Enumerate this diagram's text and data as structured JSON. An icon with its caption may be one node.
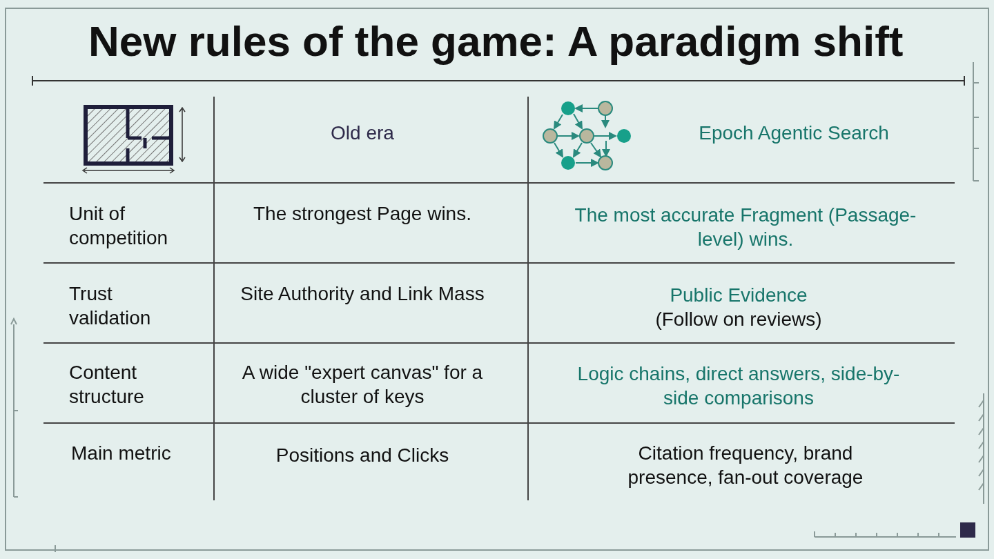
{
  "diagram": {
    "title": "New rules of the game: A paradigm shift",
    "labels": [
      "Old era",
      "Epoch Agentic Search",
      "Unit of competition",
      "The strongest Page wins.",
      "The most accurate Fragment (Passage-level) wins.",
      "Trust validation",
      "Site Authority and Link Mass",
      "Public Evidence",
      "(Follow on reviews)",
      "Content structure",
      "A wide \"expert canvas\" for a cluster of keys",
      "Logic chains, direct answers, side-by-side comparisons",
      "Main metric",
      "Positions and Clicks",
      "Citation frequency, brand presence, fan-out coverage"
    ]
  }
}
